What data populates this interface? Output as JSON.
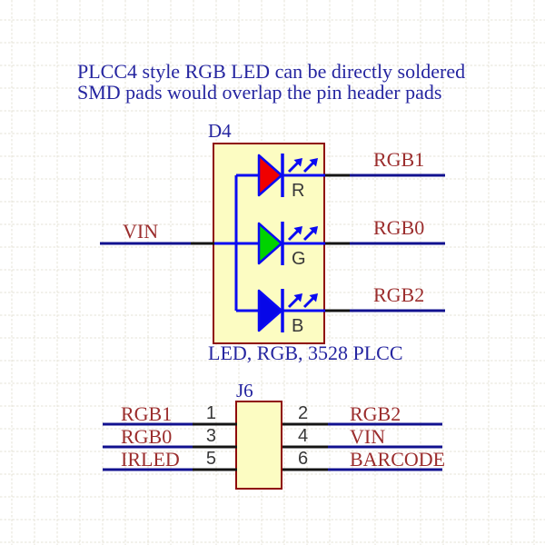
{
  "colors": {
    "background": "#FFFFFF",
    "grid": "#E6E3D7",
    "navy": "#2525A0",
    "net_label": "#9B2D2D",
    "body_fill": "#FCFCC2",
    "body_border": "#8F0C0C",
    "wire": "#11118F",
    "pin": "#141414",
    "symbol": "#0A0AF2",
    "dark_label": "#383838"
  },
  "notes": {
    "line1": "PLCC4 style RGB LED can be directly soldered",
    "line2": "SMD pads would overlap the pin header pads"
  },
  "d4": {
    "designator": "D4",
    "description": "LED, RGB, 3528 PLCC",
    "input_net": "VIN",
    "leds": [
      {
        "label": "R",
        "net": "RGB1",
        "color": "#F00000"
      },
      {
        "label": "G",
        "net": "RGB0",
        "color": "#00D300"
      },
      {
        "label": "B",
        "net": "RGB2",
        "color": "#0707E8"
      }
    ]
  },
  "j6": {
    "designator": "J6",
    "pins": [
      {
        "number": "1",
        "net": "RGB1"
      },
      {
        "number": "2",
        "net": "RGB2"
      },
      {
        "number": "3",
        "net": "RGB0"
      },
      {
        "number": "4",
        "net": "VIN"
      },
      {
        "number": "5",
        "net": "IRLED"
      },
      {
        "number": "6",
        "net": "BARCODE"
      }
    ]
  }
}
